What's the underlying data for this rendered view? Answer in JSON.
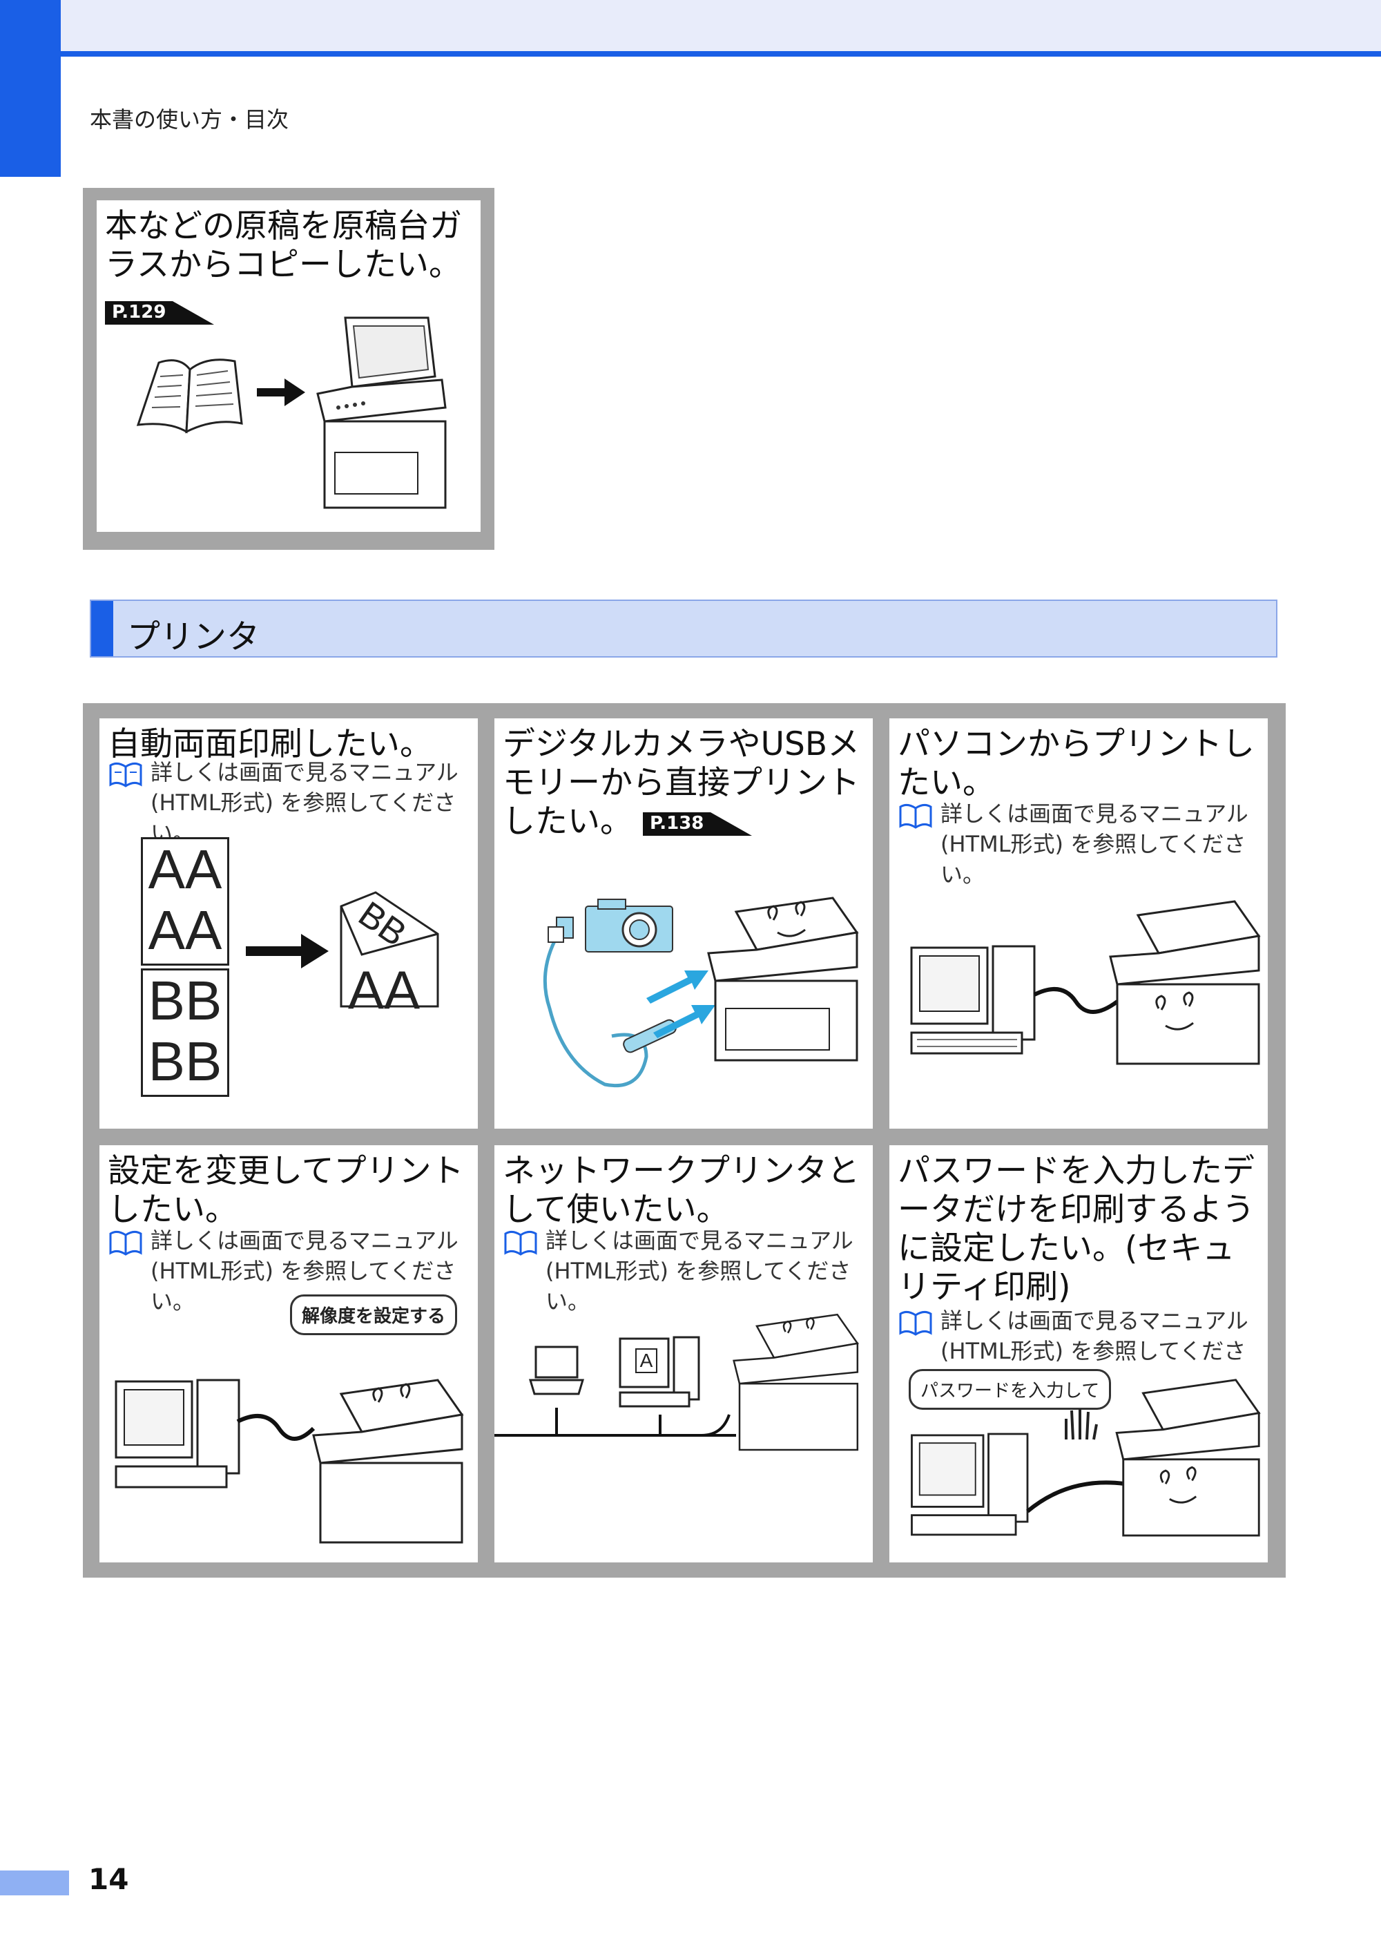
{
  "header": {
    "breadcrumb": "本書の使い方・目次"
  },
  "copy_panel": {
    "title": "本などの原稿を原稿台ガラスからコピーしたい。",
    "ref": "P.129"
  },
  "section": {
    "title": "プリンタ"
  },
  "printer_panels": [
    {
      "title": "自動両面印刷したい。",
      "note_line1": "詳しくは画面で見るマニュアル",
      "note_line2": "(HTML形式) を参照してください。",
      "duplex_letters": [
        "AA",
        "AA",
        "BB",
        "BB"
      ],
      "duplex_result_front": "AA",
      "duplex_result_back": "BB"
    },
    {
      "title": "デジタルカメラやUSBメモリーから直接プリントしたい。",
      "ref": "P.138"
    },
    {
      "title": "パソコンからプリントしたい。",
      "note_line1": "詳しくは画面で見るマニュアル",
      "note_line2": "(HTML形式) を参照してください。"
    },
    {
      "title": "設定を変更してプリントしたい。",
      "note_line1": "詳しくは画面で見るマニュアル",
      "note_line2": "(HTML形式) を参照してください。",
      "bubble": "解像度を設定する"
    },
    {
      "title": "ネットワークプリンタとして使いたい。",
      "note_line1": "詳しくは画面で見るマニュアル",
      "note_line2": "(HTML形式) を参照してください。",
      "screen_letter": "A"
    },
    {
      "title": "パスワードを入力したデータだけを印刷するように設定したい。(セキュリティ印刷)",
      "note_line1": "詳しくは画面で見るマニュアル",
      "note_line2": "(HTML形式) を参照してください。",
      "bubble": "パスワードを入力して"
    }
  ],
  "footer": {
    "page_number": "14"
  },
  "colors": {
    "accent": "#1a5fe6",
    "section_bg": "#cfdcf8",
    "frame_gray": "#a5a5a5",
    "camera": "#9fd8ee"
  },
  "icons": [
    "book-reference-icon",
    "open-book-icon",
    "arrow-right-icon",
    "copier-icon",
    "printer-character-icon",
    "camera-icon",
    "usb-memory-icon",
    "desktop-pc-icon",
    "laptop-icon",
    "hand-icon"
  ]
}
